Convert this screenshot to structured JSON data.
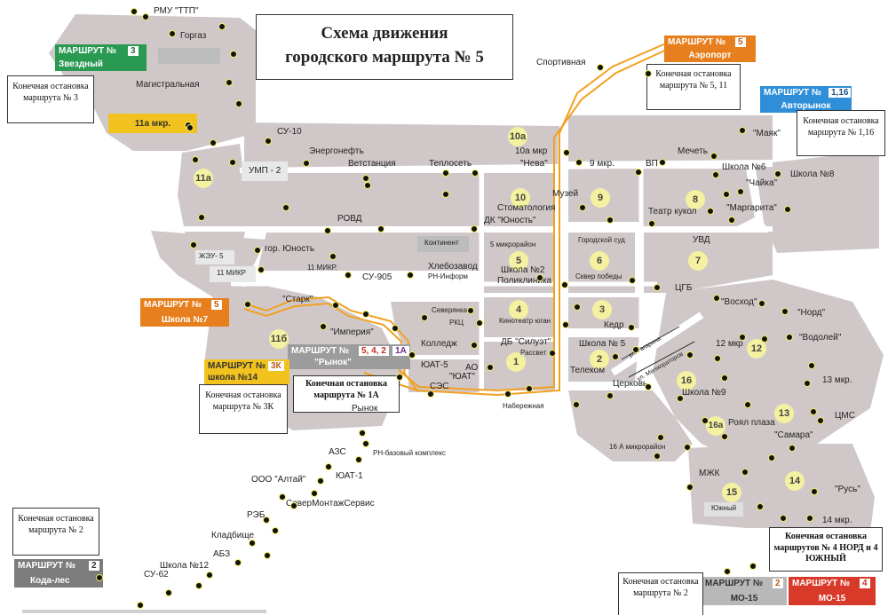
{
  "title": {
    "line1": "Схема движения",
    "line2": "городского маршрута № 5"
  },
  "colors": {
    "block": "#d0c8c8",
    "road": "#ffffff",
    "route": "#f2a020",
    "stop_ring": "#f2ea5e"
  },
  "badges": {
    "aeroport": {
      "word": "МАРШРУТ №",
      "number": "5",
      "stop": "Аэропорт"
    },
    "avtorynok": {
      "word": "МАРШРУТ №",
      "number": "1,16",
      "stop": "Авторынок"
    },
    "zvezdny": {
      "word": "МАРШРУТ №",
      "number": "3",
      "stop": "Звездный"
    },
    "school7": {
      "word": "МАРШРУТ №",
      "number": "5",
      "stop": "Школа №7"
    },
    "rynok": {
      "word": "МАРШРУТ №",
      "number": "5, 4, 2",
      "extra": "1А",
      "stop": "\"Рынок\""
    },
    "school14": {
      "word": "МАРШРУТ №",
      "number": "3К",
      "stop": "школа №14"
    },
    "kodales": {
      "word": "МАРШРУТ №",
      "number": "2",
      "stop": "Кода-лес"
    },
    "mo15a": {
      "word": "МАРШРУТ №",
      "number": "2",
      "stop": "МО-15"
    },
    "mo15b": {
      "word": "МАРШРУТ №",
      "number": "4",
      "stop": "МО-15"
    },
    "box11a": "11а мкр.",
    "gray_labels": {
      "sportivnaya": "",
      "ump": "УМП - 2",
      "kontinent": "Континент",
      "yuzhny": "Южный",
      "zhezu": "ЖЭУ- 5",
      "mikr11": "11 МИКР"
    }
  },
  "notes": {
    "n3": "Конечная остановка маршрута № 3",
    "n511": "Конечная остановка маршрута № 5, 11",
    "n116": "Конечная остановка маршрута № 1,16",
    "n3k": "Конечная остановка маршрута № 3К",
    "n1a": "Конечная остановка маршрута № 1А",
    "n2": "Конечная остановка маршрута № 2",
    "n4": "Конечная остановка маршрутов № 4 НОРД и 4 ЮЖНЫЙ",
    "n2b": "Конечная остановка маршрута № 2"
  },
  "labels": {
    "rmu": "РМУ \"ТТП\"",
    "gorgaz": "Горгаз",
    "magistralnaya": "Магистральная",
    "su10": "СУ-10",
    "energoneft": "Энергонефть",
    "vetstanciya": "Ветстанция",
    "teploset": "Теплосеть",
    "neva": "\"Нева\"",
    "mkr10a": "10а мкр",
    "mkr9": "9 мкр.",
    "vp": "ВП",
    "mechet": "Мечеть",
    "mayak": "\"Маяк\"",
    "school6": "Школа №6",
    "chayka": "\"Чайка\"",
    "school8": "Школа №8",
    "sportivnaya": "Спортивная",
    "muzey": "Музей",
    "stomat": "Стоматология",
    "yunost": "ДК \"Юность\"",
    "rovd": "РОВД",
    "teatr": "Театр кукол",
    "margarita": "\"Маргарита\"",
    "gorsud": "Городской суд",
    "uvd": "УВД",
    "goryunost": "гор. Юность",
    "mkr5": "5 микрорайон",
    "hlebozavod": "Хлебозавод",
    "rninform": "РН-Информ",
    "school2": "Школа №2",
    "poliklinika": "Поликлиника",
    "skver": "Сквер победы",
    "su905": "СУ-905",
    "mikr11b": "11 МИКР.",
    "cgb": "ЦГБ",
    "voshod": "\"Восход\"",
    "nord": "\"Норд\"",
    "stark": "\"Старк\"",
    "imperiya": "\"Империя\"",
    "severyanka": "Северянка",
    "rkc": "РКЦ",
    "kinoteatr": "Кинотеатр юган",
    "kedr": "Кедр",
    "vodoley": "\"Водолей\"",
    "kolledzh": "Колледж",
    "silyet": "ДБ \"Силуэт\"",
    "rassvet": "Рассвет",
    "school5": "Школа № 5",
    "mkr12": "12 мкр",
    "yuat5": "ЮАТ-5",
    "ao": "АО",
    "yuatq": "\"ЮАТ\"",
    "telekom": "Телеком",
    "cerkov": "Церковь",
    "school9": "Школа №9",
    "mkr13": "13 мкр.",
    "ses": "СЭС",
    "rynok2": "Рынок",
    "naberezhnaya": "Набережная",
    "ul_gag": "ул. Гагарина",
    "ul_mel": "ул. Мелиораторов",
    "royal": "Роял плаза",
    "samara": "\"Самара\"",
    "cms": "ЦМС",
    "mkr16a": "16 А микрорайон",
    "azs": "АЗС",
    "rnbaz": "РН-базовый комплекс",
    "ooo": "ООО \"Алтай\"",
    "yuat1": "ЮАТ-1",
    "mzhk": "МЖК",
    "severmontazh": "СеверМонтажСервис",
    "rus": "\"Русь\"",
    "res": "РЭБ",
    "kladbishe": "Кладбище",
    "abz": "АБЗ",
    "mkr14": "14 мкр.",
    "school12": "Школа №12",
    "su62": "СУ-62"
  },
  "districts": [
    "11а",
    "10а",
    "10",
    "9",
    "8",
    "7",
    "6",
    "5",
    "4",
    "3",
    "2",
    "1",
    "11б",
    "12",
    "13",
    "14",
    "15",
    "16",
    "16а"
  ]
}
